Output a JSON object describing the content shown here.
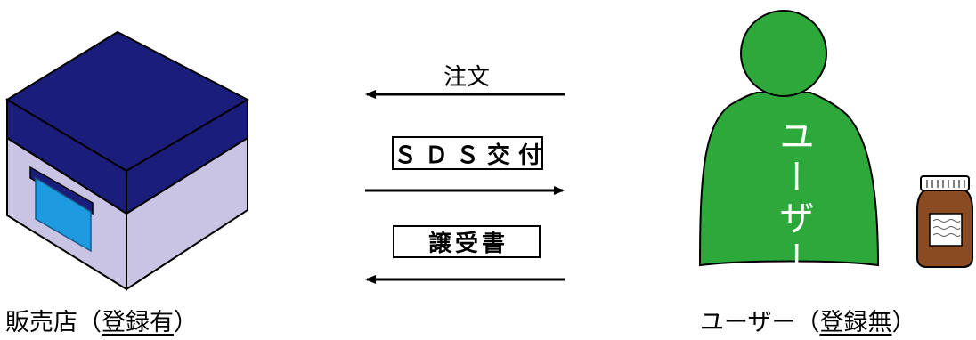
{
  "flow": {
    "order_label": "注文",
    "sds_label": "ＳＤＳ交付",
    "transfer_label": "譲受書"
  },
  "shop": {
    "caption_prefix": "販売店（",
    "caption_underlined": "登録有",
    "caption_suffix": "）",
    "icon": "store-building-icon"
  },
  "user": {
    "figure_text": "ユーザー",
    "caption_prefix": "ユーザー（",
    "caption_underlined": "登録無",
    "caption_suffix": "）",
    "icon": "person-icon"
  },
  "bottle": {
    "icon": "chemical-bottle-icon"
  },
  "colors": {
    "roof": "#1a1e7a",
    "wall": "#c9c4e3",
    "door": "#1e9be0",
    "person": "#2da83a",
    "bottle": "#8a4a22"
  }
}
